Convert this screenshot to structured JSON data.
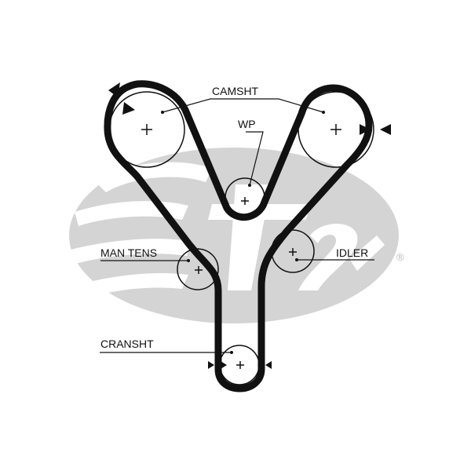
{
  "colors": {
    "belt": "#111111",
    "pulley": "#111111",
    "logo": "#d4d4d4",
    "background": "#ffffff"
  },
  "labels": {
    "camshaft": "CAMSHT",
    "water_pump": "WP",
    "manual_tensioner": "MAN TENS",
    "idler": "IDLER",
    "crankshaft": "CRANSHT"
  },
  "logo": {
    "registered_mark": "®"
  },
  "icons": {
    "timing_mark": "triangle-marker-icon",
    "pulley_center": "plus-icon"
  }
}
